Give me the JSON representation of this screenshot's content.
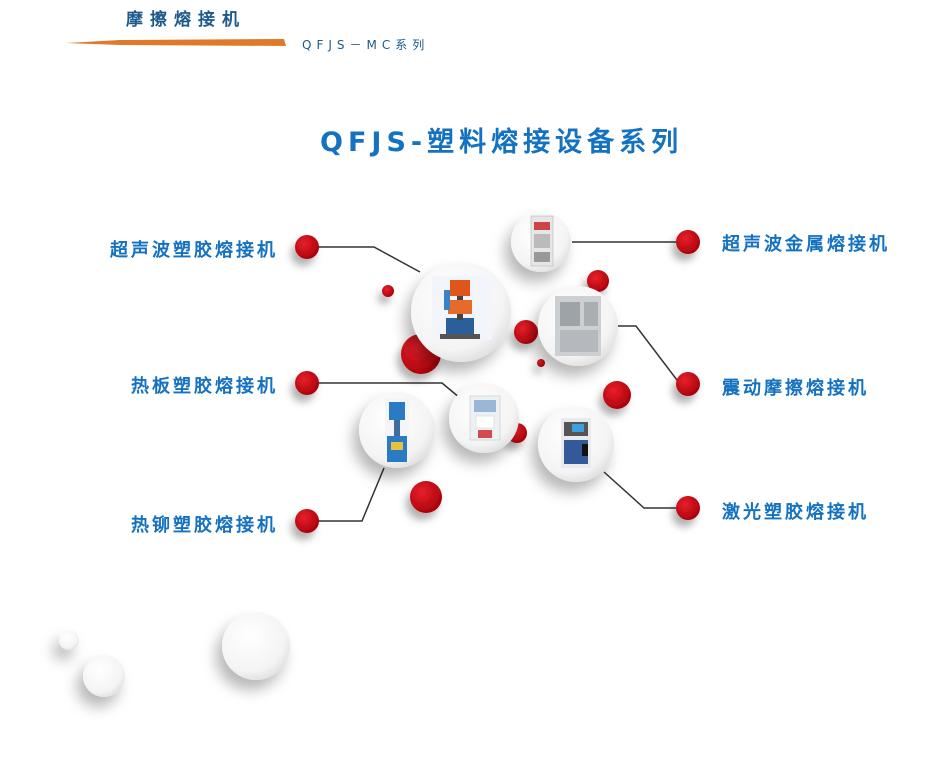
{
  "header": {
    "title": "摩擦熔接机",
    "subtitle": "QFJS－MC系列"
  },
  "main": {
    "title": "QFJS-塑料熔接设备系列"
  },
  "categories": [
    {
      "id": "ultrasonic-plastic",
      "label": "超声波塑胶熔接机"
    },
    {
      "id": "hot-plate",
      "label": "热板塑胶熔接机"
    },
    {
      "id": "hot-riveting",
      "label": "热铆塑胶熔接机"
    },
    {
      "id": "ultrasonic-metal",
      "label": "超声波金属熔接机"
    },
    {
      "id": "vibration-friction",
      "label": "震动摩擦熔接机"
    },
    {
      "id": "laser-plastic",
      "label": "激光塑胶熔接机"
    }
  ],
  "colors": {
    "brand_blue": "#1572c0",
    "accent_red": "#c4000c",
    "stroke_orange": "#e07a2a"
  },
  "icons": [
    "machine-ultrasonic-plastic-icon",
    "machine-ultrasonic-metal-icon",
    "machine-vibration-friction-icon",
    "machine-hot-plate-icon",
    "machine-hot-riveting-icon",
    "machine-laser-plastic-icon"
  ]
}
